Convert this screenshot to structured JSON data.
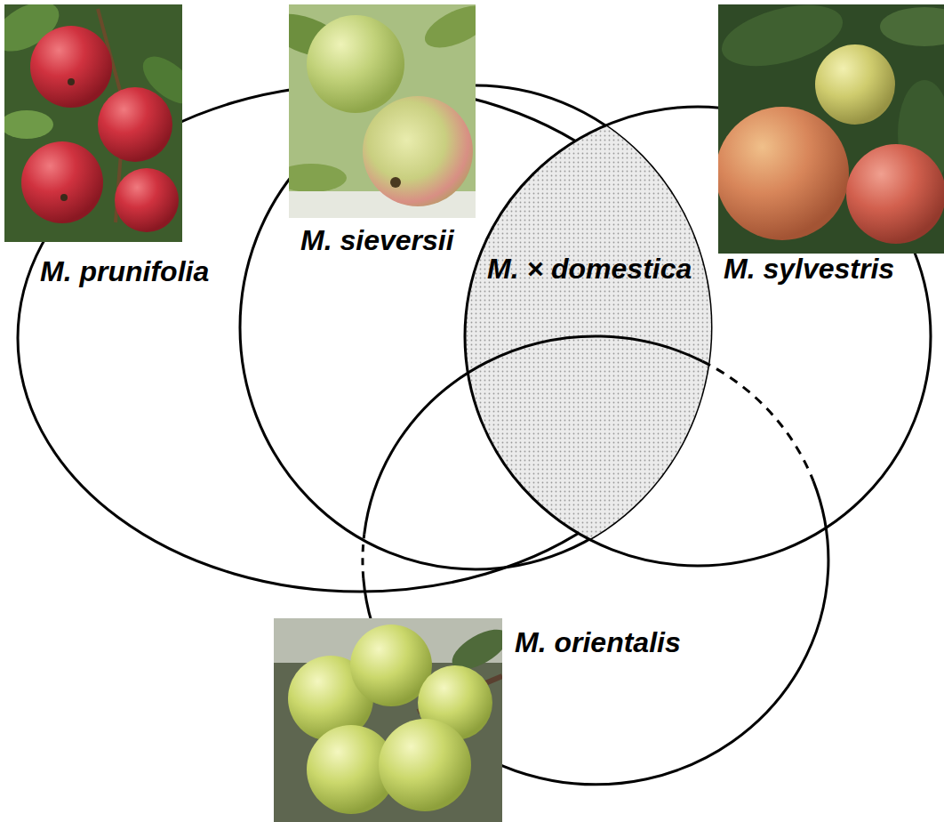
{
  "diagram": {
    "nodes": [
      {
        "text": [
          "M. prunifolia"
        ]
      },
      {
        "text": [
          "M. sieversii"
        ]
      },
      {
        "text": [
          "M. × domestica"
        ]
      },
      {
        "text": [
          "M. sylvestris"
        ]
      },
      {
        "text": [
          "M. orientalis"
        ]
      }
    ]
  }
}
